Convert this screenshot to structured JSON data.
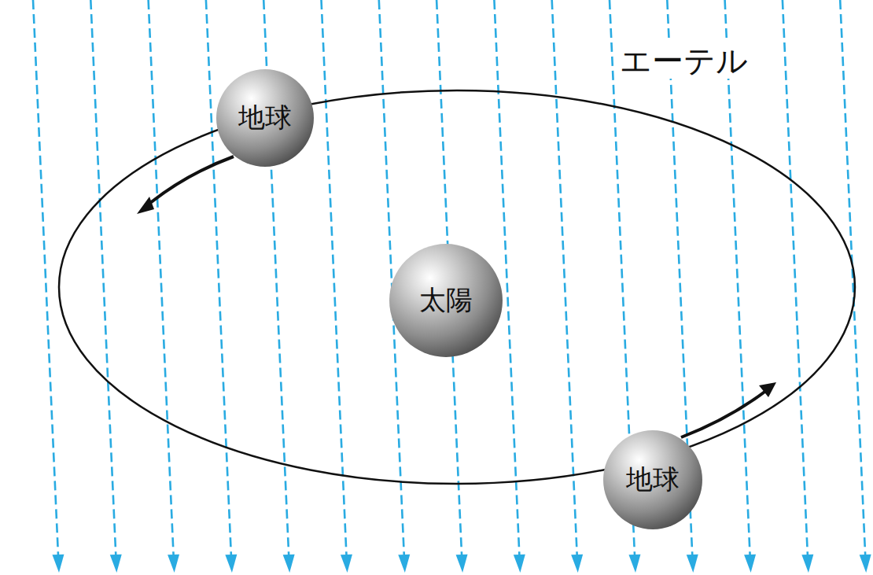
{
  "diagram": {
    "nodes": [
      {
        "text": [
          "地球"
        ]
      },
      {
        "text": [
          "太陽"
        ]
      },
      {
        "text": [
          "地球"
        ]
      }
    ],
    "labels": [
      "エーテル"
    ]
  }
}
